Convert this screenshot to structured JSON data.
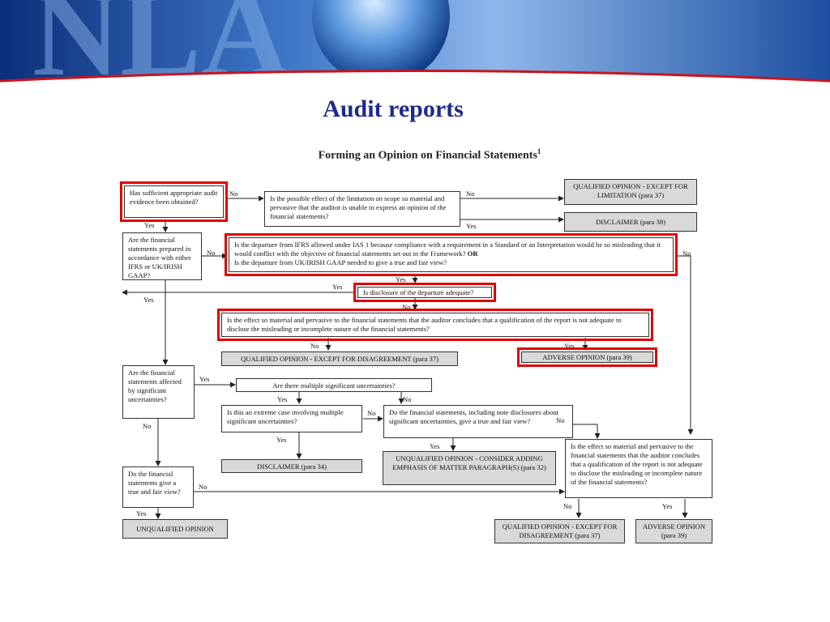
{
  "slide": {
    "banner_text": "NLA",
    "title": "Audit reports",
    "flowchart_title": "Forming an Opinion on Financial Statements",
    "footnote_marker": "1"
  },
  "boxes": {
    "q_evidence": "Has sufficient appropriate audit evidence been obtained?",
    "q_limitation": "Is the possible effect of the limitation on scope so material and pervasive that the auditor is unable to express an opinion of the financial statements?",
    "out_qualified_limitation": "QUALIFIED OPINION - EXCEPT FOR LIMITATION (para 37)",
    "out_disclaimer_38": "DISCLAIMER (para 38)",
    "q_ifrs": "Are the financial statements prepared in accordance with either IFRS or UK/IRISH GAAP?",
    "q_departure_line1": "Is the departure from IFRS allowed under IAS 1 because compliance with a requirement in a Standard or an Interpretation would be so misleading that it would conflict with the objective of financial statements set out in the Framework?",
    "q_departure_or": "OR",
    "q_departure_line2": "Is the departure from UK/IRISH GAAP needed to give a true and fair view?",
    "q_disclosure": "Is disclosure of the departure adequate?",
    "q_effect_material": "Is the effect so material and pervasive to the financial statements that the auditor concludes that a qualification of the report is not adequate to disclose the misleading or incomplete nature of the financial statements?",
    "out_qualified_disagreement_37": "QUALIFIED OPINION - EXCEPT FOR DISAGREEMENT (para 37)",
    "out_adverse_39_top": "ADVERSE OPINION (para 39)",
    "q_uncertainties": "Are the financial statements affected by significant uncertainties?",
    "q_multiple": "Are there multiple significant uncertainties?",
    "q_extreme": "Is this an extreme case involving multiple significant uncertainties?",
    "q_note_disclosure": "Do the financial statements, including note disclosures about significant uncertainties, give a true and fair view?",
    "out_disclaimer_34": "DISCLAIMER (para 34)",
    "out_emphasis": "UNQUALIFIED OPINION - CONSIDER ADDING EMPHASIS OF MATTER PARAGRAPH(S) (para 32)",
    "q_effect_bottom": "Is the effect so material and pervasive to the financial statements that the auditor concludes that a qualification of the report is not adequate to disclose the misleading or incomplete nature of the financial statements?",
    "q_true_fair": "Do the financial statements give a true and fair view?",
    "out_unqualified": "UNQUALIFIED OPINION",
    "out_qualified_disagreement_bottom": "QUALIFIED OPINION - EXCEPT FOR DISAGREEMENT (para 37)",
    "out_adverse_bottom": "ADVERSE OPINION (para 39)"
  },
  "edge_labels": {
    "evidence_no": "No",
    "evidence_yes": "Yes",
    "limitation_no": "No",
    "limitation_yes": "Yes",
    "ifrs_no": "No",
    "ifrs_yes": "Yes",
    "departure_yes": "Yes",
    "departure_no": "No",
    "disclosure_yes": "Yes",
    "disclosure_no": "No",
    "effect_no": "No",
    "effect_yes": "Yes",
    "uncertain_yes": "Yes",
    "uncertain_no": "No",
    "multiple_yes": "Yes",
    "multiple_no": "No",
    "extreme_no": "No",
    "extreme_yes": "Yes",
    "note_no": "No",
    "note_yes": "Yes",
    "truefair_no": "No",
    "truefair_yes": "Yes",
    "bottom_no": "No",
    "bottom_yes": "Yes"
  },
  "colors": {
    "title": "#1f2a8a",
    "highlight": "#e00000",
    "outcome_fill": "#d9d9d9",
    "banner_dark": "#0a2a6e",
    "banner_light": "#5b8fd6"
  }
}
